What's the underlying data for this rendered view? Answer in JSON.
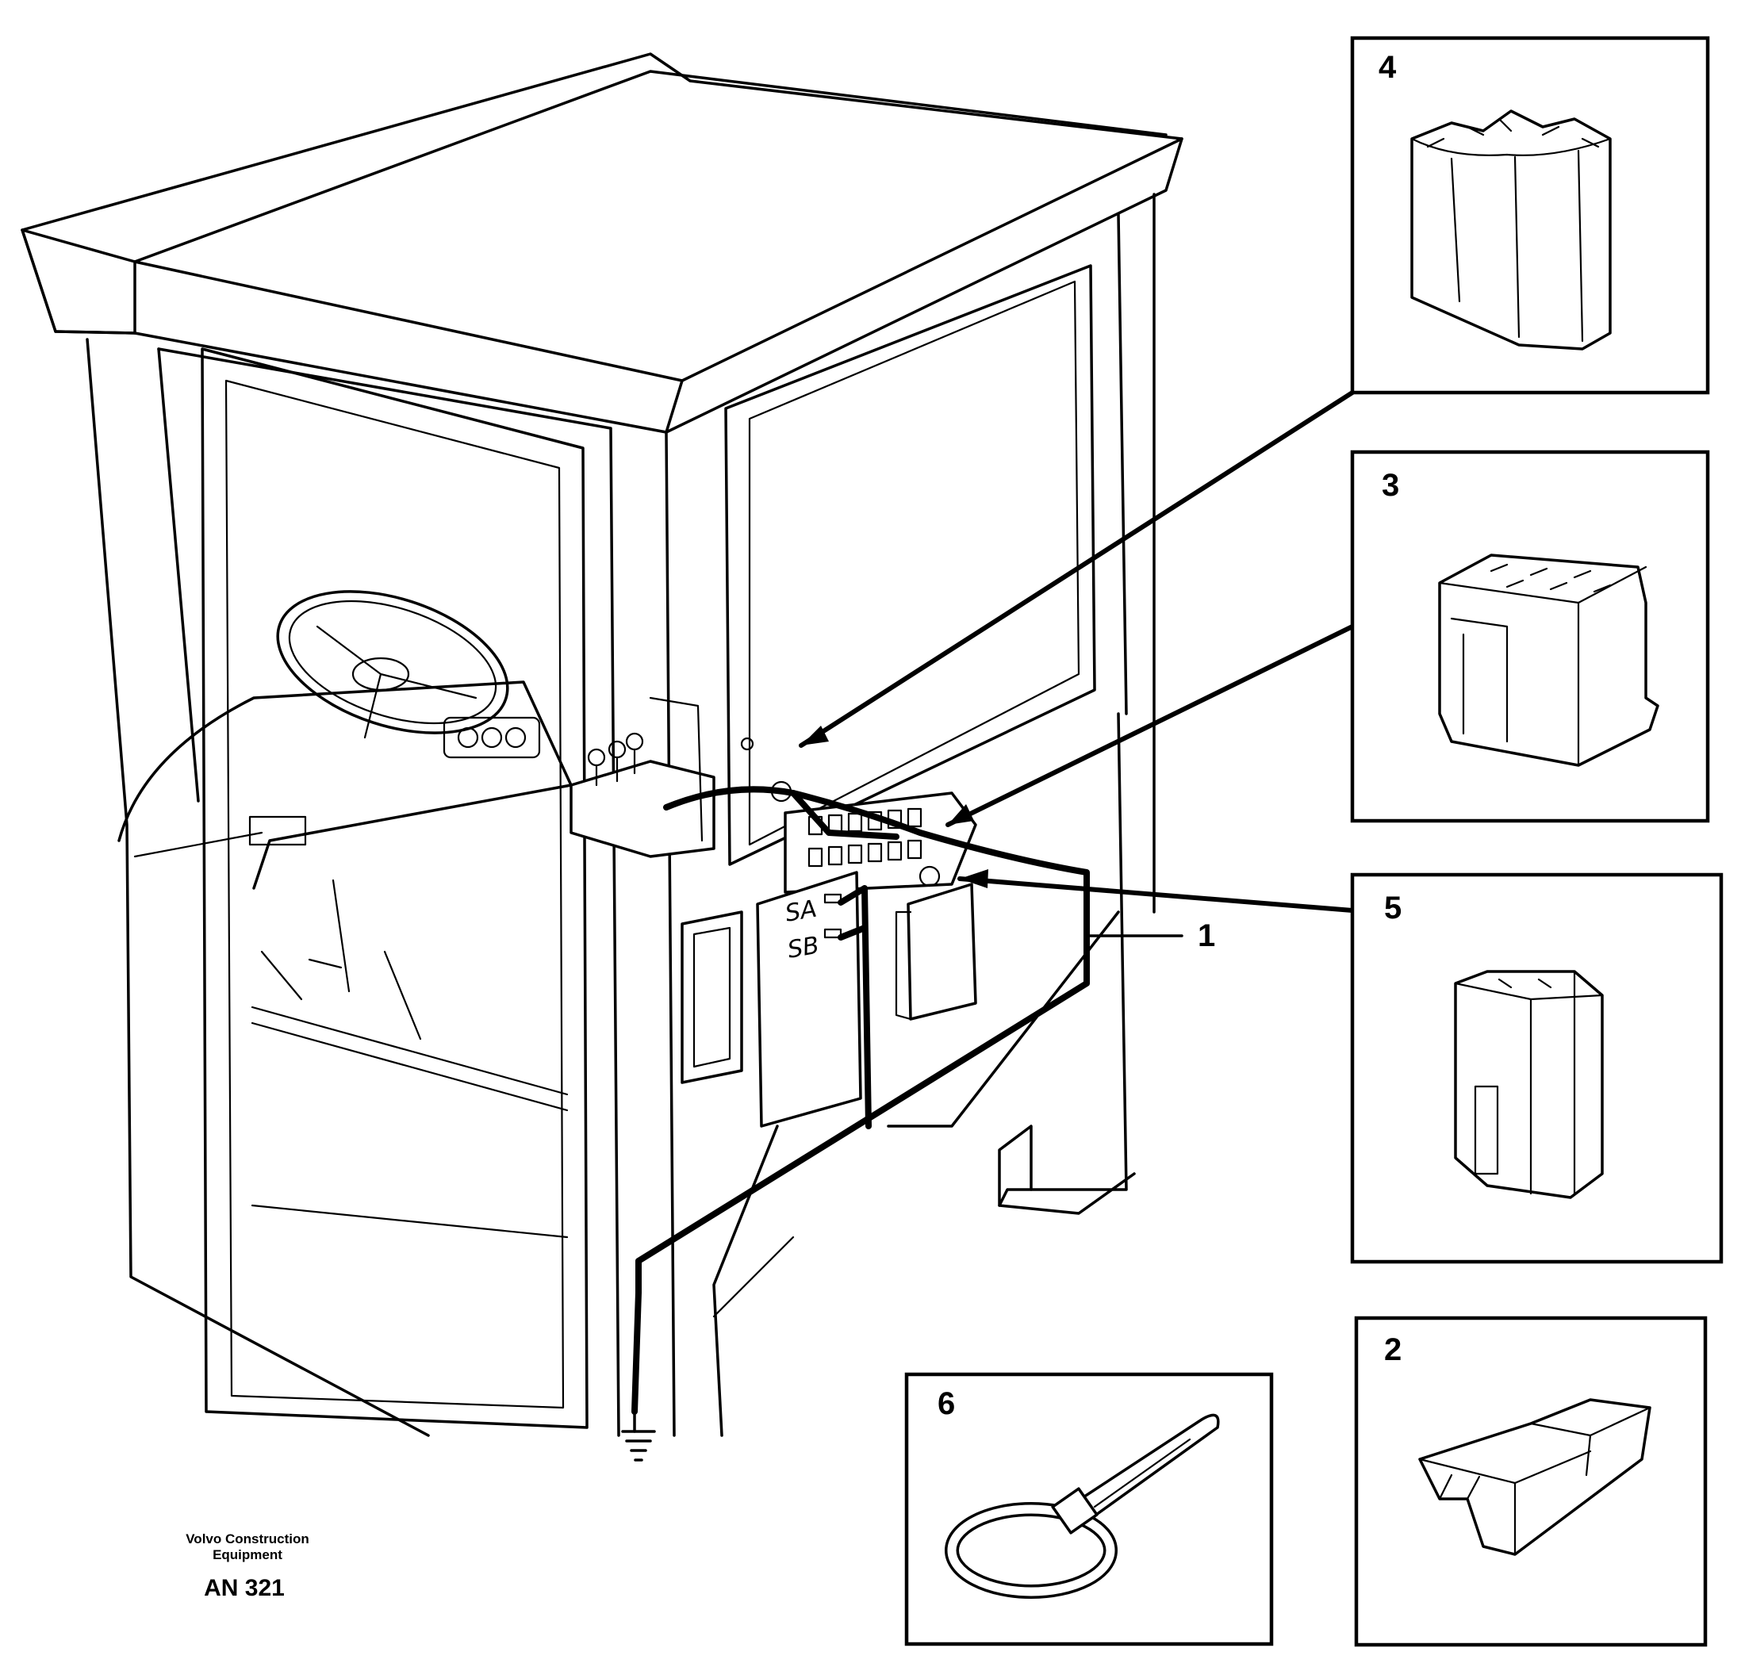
{
  "callouts": {
    "c1": "1",
    "c2": "2",
    "c3": "3",
    "c4": "4",
    "c5": "5",
    "c6": "6"
  },
  "panel_labels": {
    "sa": "SA",
    "sb": "SB"
  },
  "footer": {
    "brand_line1": "Volvo Construction",
    "brand_line2": "Equipment",
    "code": "AN 321"
  }
}
